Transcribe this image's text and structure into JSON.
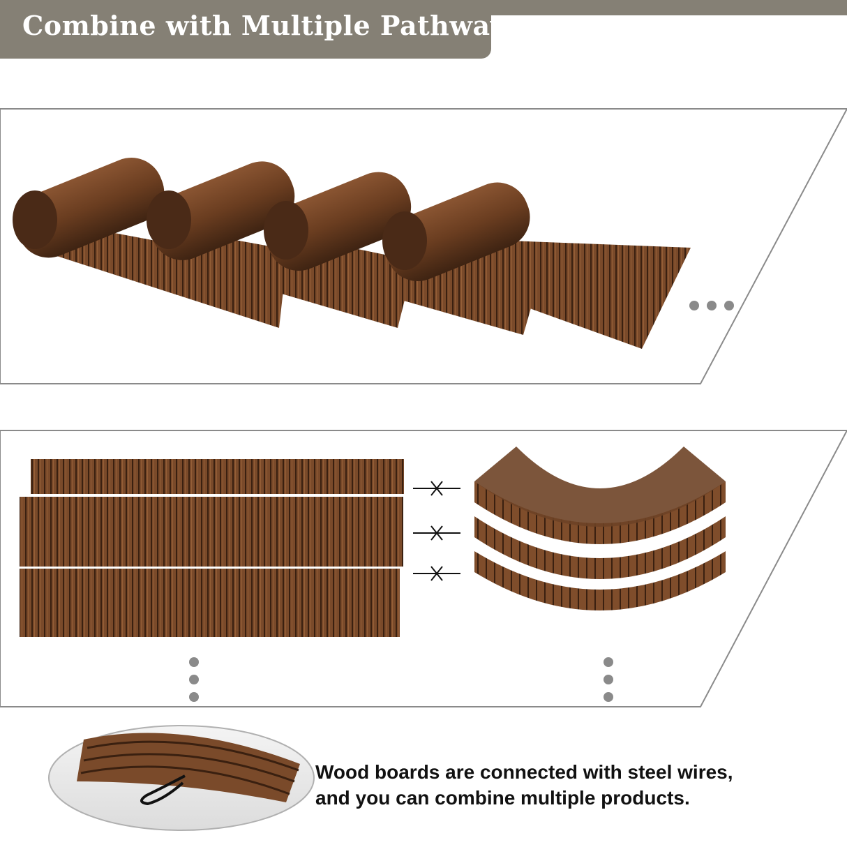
{
  "header": {
    "title": "Combine with Multiple Pathway"
  },
  "caption": {
    "line1": "Wood boards are connected with steel wires,",
    "line2": "and you can combine multiple products."
  },
  "colors": {
    "header_bg": "#858075",
    "wood_dark": "#4a2a17",
    "wood_mid": "#7a4a2a",
    "wood_light": "#9a6a42",
    "panel_border": "#8a8a8a",
    "dots": "#8a8a8a"
  },
  "illustrations": {
    "rolled_pathways": "rolled-wooden-pathways",
    "straight_pathways": "straight-wooden-pathways",
    "curved_pathways": "curved-wooden-pathways",
    "wire_closeup": "steel-wire-closeup"
  }
}
